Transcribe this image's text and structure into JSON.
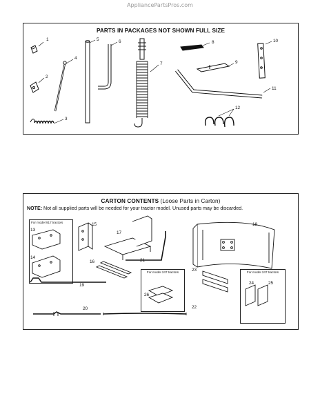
{
  "watermark": "AppliancePartsPros.com",
  "panel1": {
    "title": "PARTS IN PACKAGES NOT SHOWN FULL SIZE",
    "callouts": [
      "1",
      "2",
      "3",
      "4",
      "5",
      "6",
      "7",
      "8",
      "9",
      "10",
      "11",
      "12"
    ]
  },
  "panel2": {
    "title_bold": "CARTON CONTENTS",
    "title_normal": " (Loose Parts in Carton)",
    "note_bold": "NOTE:",
    "note_text": " Not all supplied parts will be needed for your tractor model. Unused parts may be discarded.",
    "callouts": [
      "13",
      "14",
      "15",
      "16",
      "17",
      "18",
      "19",
      "20",
      "21",
      "22",
      "23",
      "24",
      "25",
      "26"
    ],
    "inset_917": "For model 917 tractors",
    "inset_247_a": "For model 247 tractors",
    "inset_247_b": "For model 247 tractors"
  }
}
